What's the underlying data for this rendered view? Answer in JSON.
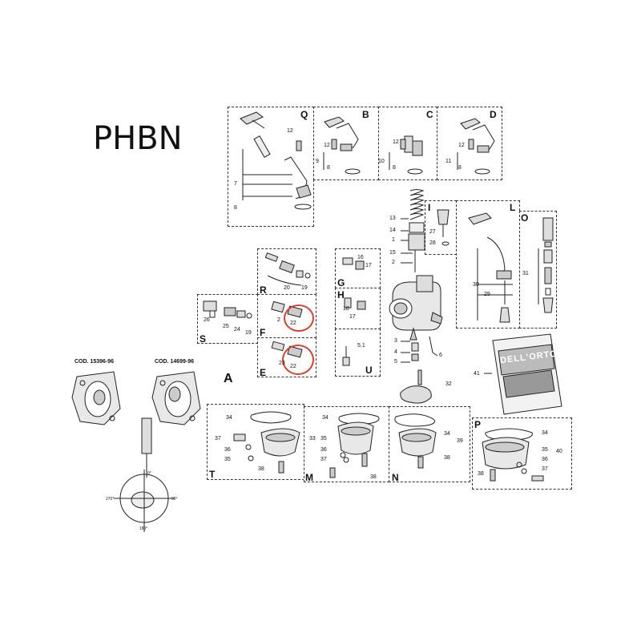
{
  "title": "PHBN",
  "big_label": "A",
  "cod_labels": [
    "COD. 15396-96",
    "COD. 14699-96"
  ],
  "kit_brand": "DELL'ORTO",
  "degrees": [
    "0°",
    "90°",
    "180°",
    "270°"
  ],
  "panels": {
    "Q": {
      "label": "Q",
      "nums": [
        "12",
        "7",
        "8"
      ]
    },
    "B": {
      "label": "B",
      "nums": [
        "12",
        "9",
        "8"
      ]
    },
    "C": {
      "label": "C",
      "nums": [
        "12",
        "10",
        "8"
      ]
    },
    "D": {
      "label": "D",
      "nums": [
        "12",
        "11",
        "8"
      ]
    },
    "I": {
      "label": "I",
      "nums": [
        "27",
        "28"
      ]
    },
    "L": {
      "label": "L",
      "nums": [
        "30",
        "29"
      ]
    },
    "O": {
      "label": "O",
      "nums": [
        "31"
      ]
    },
    "R": {
      "label": "R",
      "nums": [
        "20",
        "19"
      ]
    },
    "F": {
      "label": "F",
      "nums": [
        "2",
        "22"
      ]
    },
    "E": {
      "label": "E",
      "nums": [
        "23",
        "22"
      ]
    },
    "S": {
      "label": "S",
      "nums": [
        "26",
        "25",
        "24",
        "19"
      ]
    },
    "G": {
      "label": "G",
      "nums": [
        "16",
        "17"
      ]
    },
    "H": {
      "label": "H",
      "nums": [
        "18",
        "17"
      ]
    },
    "U": {
      "label": "U",
      "nums": [
        "5.1"
      ]
    },
    "T": {
      "label": "T",
      "nums": [
        "34",
        "37",
        "36",
        "35",
        "38"
      ]
    },
    "M": {
      "label": "M",
      "nums": [
        "34",
        "33",
        "35",
        "36",
        "37",
        "38"
      ]
    },
    "N": {
      "label": "N",
      "nums": [
        "34",
        "39",
        "38"
      ]
    },
    "P": {
      "label": "P",
      "nums": [
        "34",
        "40",
        "35",
        "36",
        "38",
        "37"
      ]
    }
  },
  "center_nums": [
    "13",
    "14",
    "1",
    "15",
    "2",
    "3",
    "4",
    "5",
    "6",
    "32",
    "41"
  ]
}
